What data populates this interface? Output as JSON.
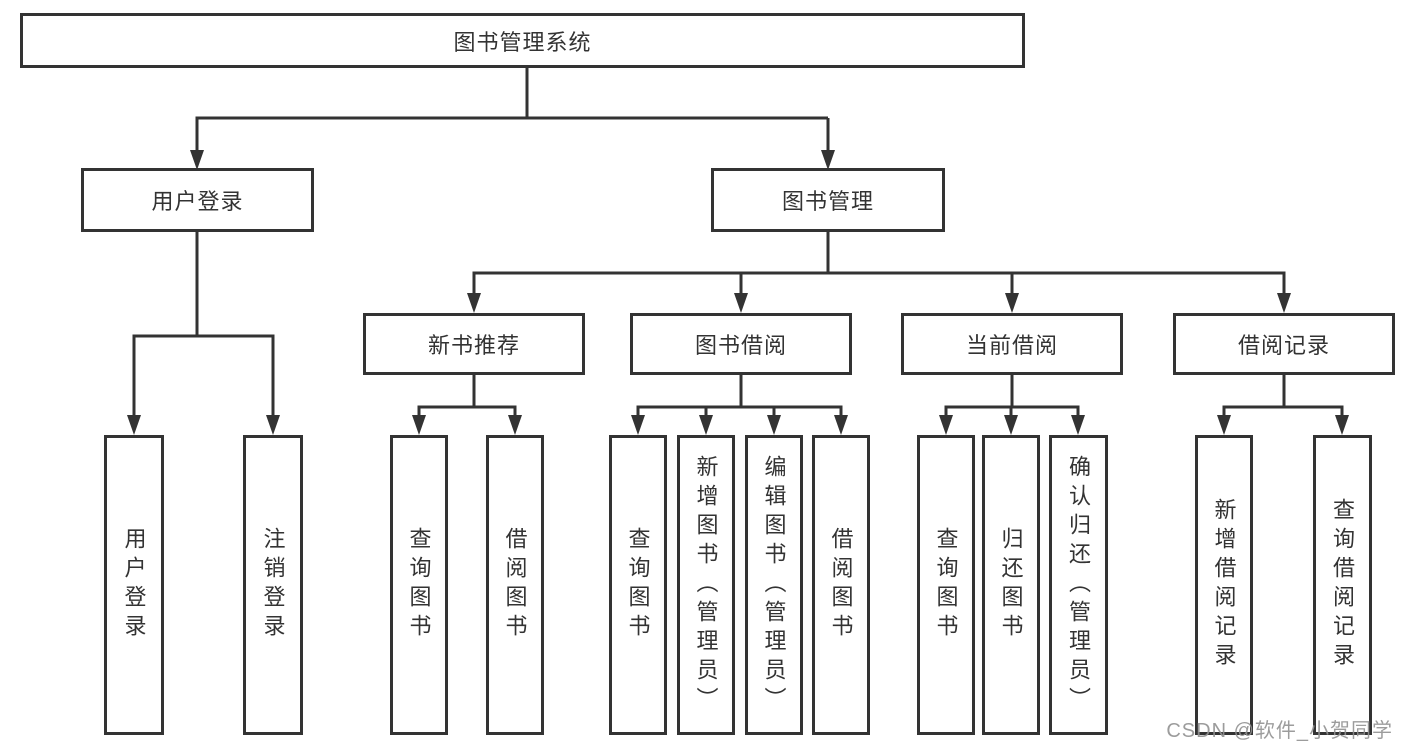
{
  "diagram": {
    "type": "hierarchy-tree",
    "root": {
      "label": "图书管理系统"
    },
    "branches": [
      {
        "label": "用户登录",
        "children": [
          {
            "label": "用户登录"
          },
          {
            "label": "注销登录"
          }
        ]
      },
      {
        "label": "图书管理",
        "children": [
          {
            "label": "新书推荐",
            "children": [
              {
                "label": "查询图书"
              },
              {
                "label": "借阅图书"
              }
            ]
          },
          {
            "label": "图书借阅",
            "children": [
              {
                "label": "查询图书"
              },
              {
                "label": "新增图书（管理员）"
              },
              {
                "label": "编辑图书（管理员）"
              },
              {
                "label": "借阅图书"
              }
            ]
          },
          {
            "label": "当前借阅",
            "children": [
              {
                "label": "查询图书"
              },
              {
                "label": "归还图书"
              },
              {
                "label": "确认归还（管理员）"
              }
            ]
          },
          {
            "label": "借阅记录",
            "children": [
              {
                "label": "新增借阅记录"
              },
              {
                "label": "查询借阅记录"
              }
            ]
          }
        ]
      }
    ]
  },
  "watermark": {
    "text": "CSDN @软件_小贺同学"
  },
  "colors": {
    "line": "#333333",
    "box_border": "#333333",
    "box_fill": "#ffffff",
    "text": "#333333",
    "watermark": "#919191",
    "background": "#ffffff"
  }
}
